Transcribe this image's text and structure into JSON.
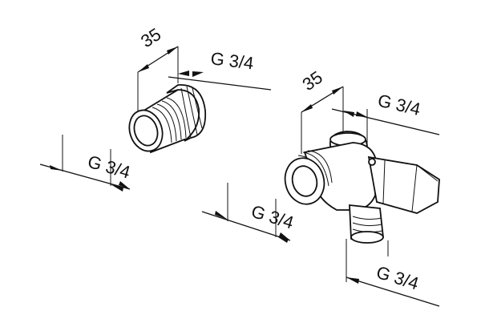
{
  "drawing": {
    "left_fitting": {
      "depth_dimension": "35",
      "top_thread_dimension": "G 3/4",
      "bottom_thread_dimension": "G 3/4"
    },
    "right_fitting": {
      "depth_dimension": "35",
      "top_thread_dimension": "G 3/4",
      "inlet_thread_dimension": "G 3/4",
      "outlet_thread_dimension": "G 3/4"
    }
  }
}
